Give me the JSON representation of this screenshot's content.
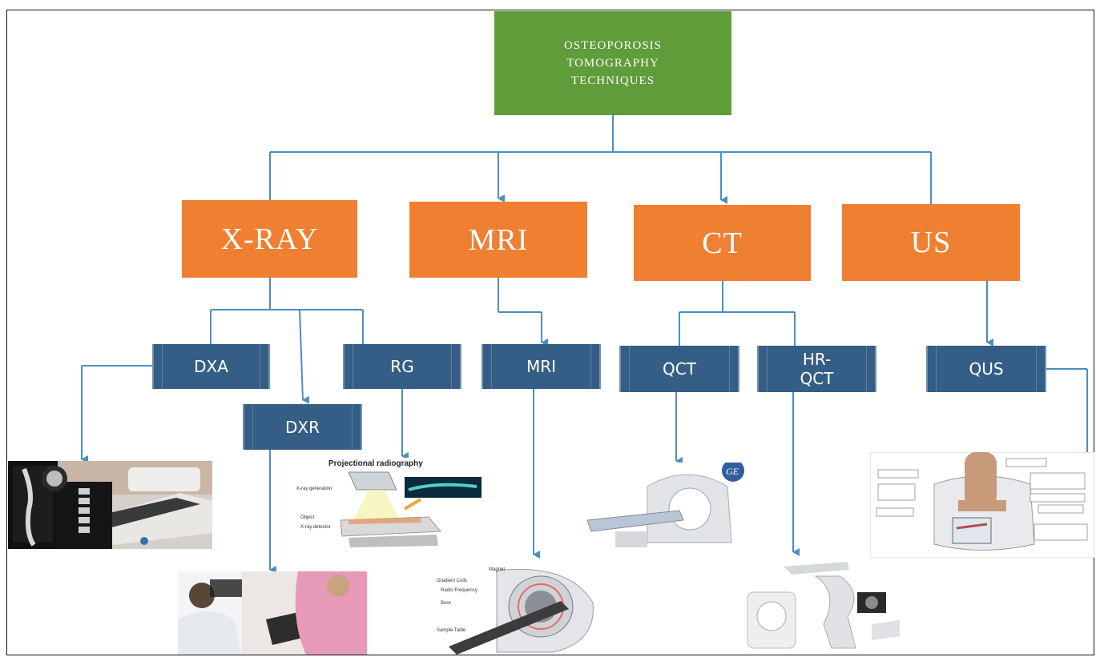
{
  "root": {
    "line1": "OSTEOPOROSIS",
    "line2": "TOMOGRAPHY",
    "line3": "TECHNIQUES"
  },
  "categories": [
    "X-RAY",
    "MRI",
    "CT",
    "US"
  ],
  "subs": {
    "dxa": "DXA",
    "dxr": "DXR",
    "rg": "RG",
    "mri": "MRI",
    "qct": "QCT",
    "hrqct_1": "HR-",
    "hrqct_2": "QCT",
    "qus": "QUS"
  },
  "images": {
    "rg_caption": "Projectional radiography"
  },
  "colors": {
    "root": "#5f9c3a",
    "category": "#ef7f31",
    "sub": "#355e86",
    "line": "#4b8fbf"
  }
}
